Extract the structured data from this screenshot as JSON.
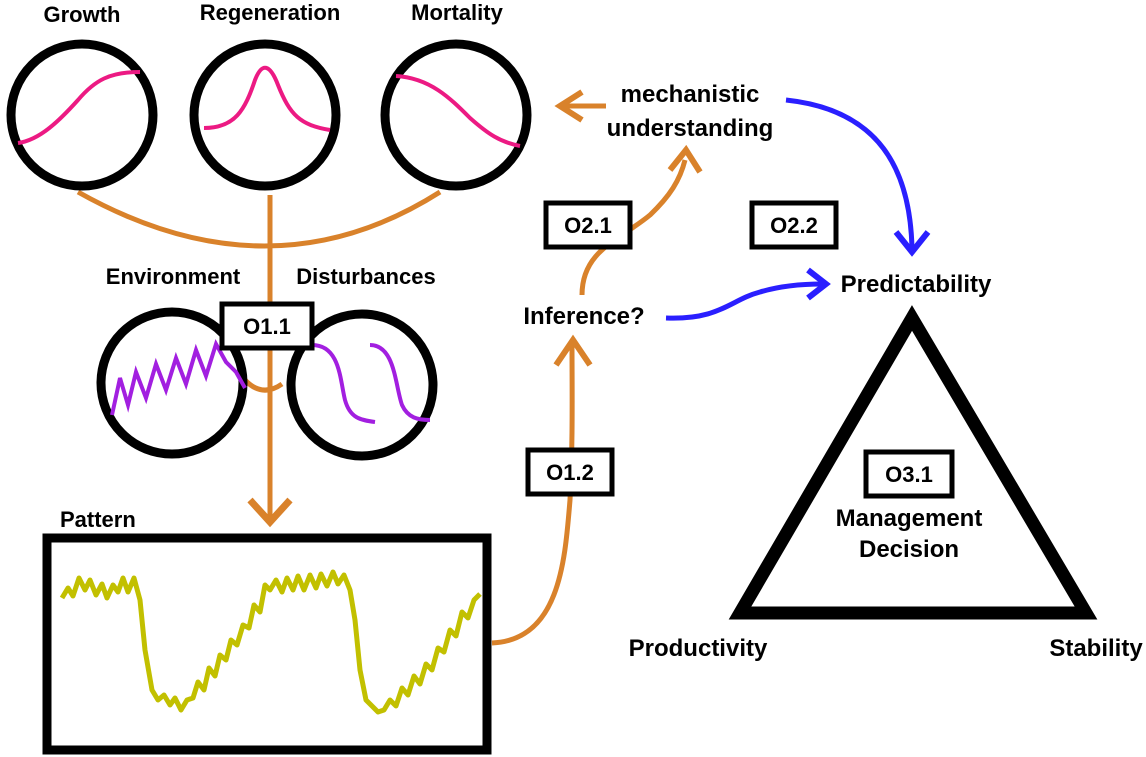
{
  "process_circles": {
    "growth": "Growth",
    "regeneration": "Regeneration",
    "mortality": "Mortality"
  },
  "driver_circles": {
    "environment": "Environment",
    "disturbances": "Disturbances"
  },
  "pattern": {
    "label": "Pattern"
  },
  "boxes": {
    "o11": "O1.1",
    "o12": "O1.2",
    "o21": "O2.1",
    "o22": "O2.2",
    "o31": "O3.1"
  },
  "nodes": {
    "mechanistic_line1": "mechanistic",
    "mechanistic_line2": "understanding",
    "inference": "Inference?",
    "predictability": "Predictability"
  },
  "triangle": {
    "center_line1": "Management",
    "center_line2": "Decision",
    "left_corner": "Productivity",
    "right_corner": "Stability"
  },
  "colors": {
    "orange_arrow": "#d9822b",
    "blue_arrow": "#2a1fff",
    "pink_curve": "#ec1a83",
    "purple_curve": "#a21fe0",
    "pattern_line": "#c2c000",
    "outline": "#000000"
  }
}
